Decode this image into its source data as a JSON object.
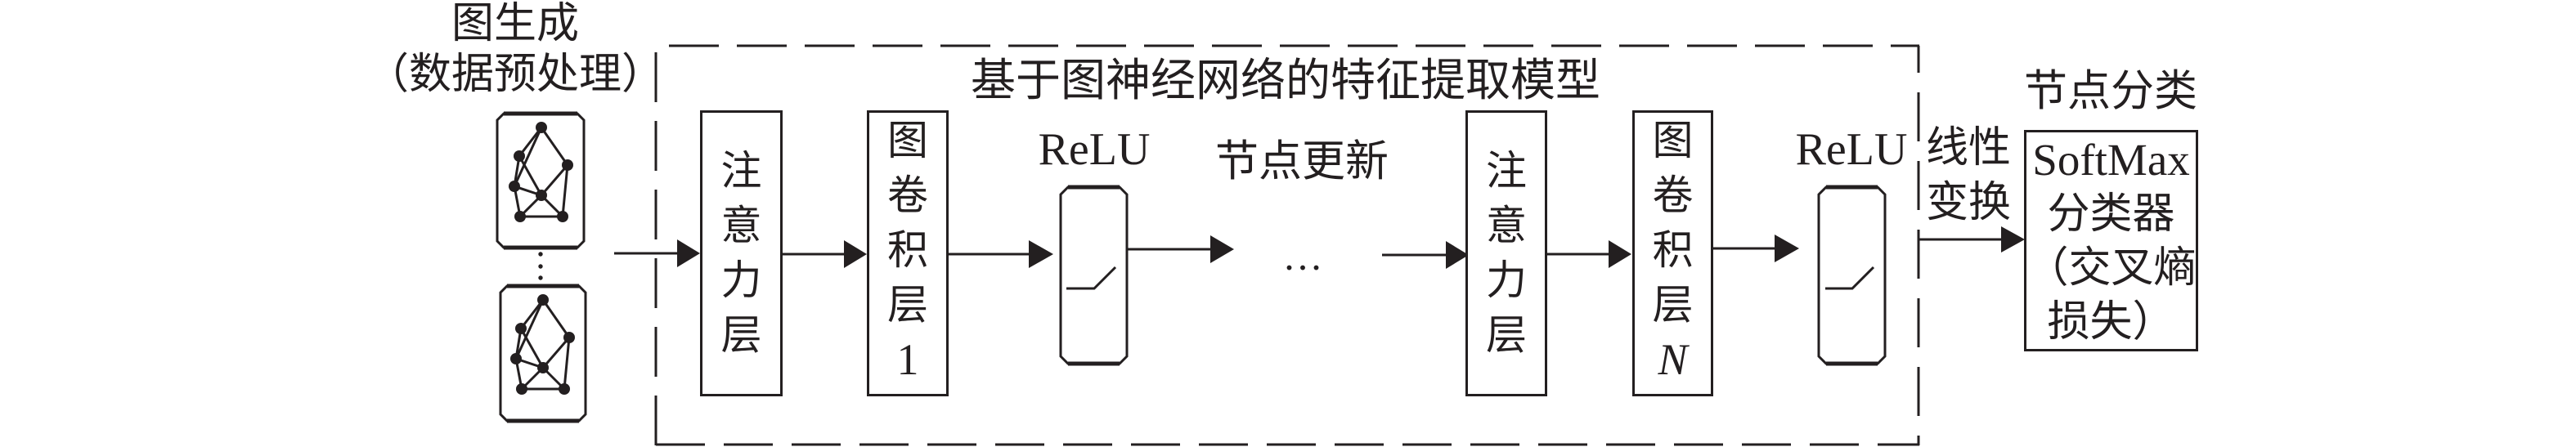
{
  "colors": {
    "ink": "#231f20",
    "background": "#ffffff"
  },
  "input_stage": {
    "title": "图生成",
    "subtitle": "（数据预处理）",
    "graph_icon": "graph-icon",
    "more_icon": "vertical-ellipsis-icon"
  },
  "feature_extractor": {
    "title": "基于图神经网络的特征提取模型",
    "node_update_label": "节点更新",
    "ellipsis": "...",
    "layers": [
      {
        "label": "注意力层"
      },
      {
        "label": "图卷积层",
        "index": "1"
      },
      {
        "label": "ReLU",
        "icon": "relu-activation-icon"
      },
      {
        "label": "注意力层"
      },
      {
        "label": "图卷积层",
        "index": "N"
      },
      {
        "label": "ReLU",
        "icon": "relu-activation-icon"
      }
    ]
  },
  "linear_transform": {
    "lines": [
      "线性",
      "变换"
    ]
  },
  "classification": {
    "title": "节点分类",
    "classifier_lines": [
      "SoftMax",
      "分类器",
      "（交叉熵",
      "损失）"
    ]
  }
}
